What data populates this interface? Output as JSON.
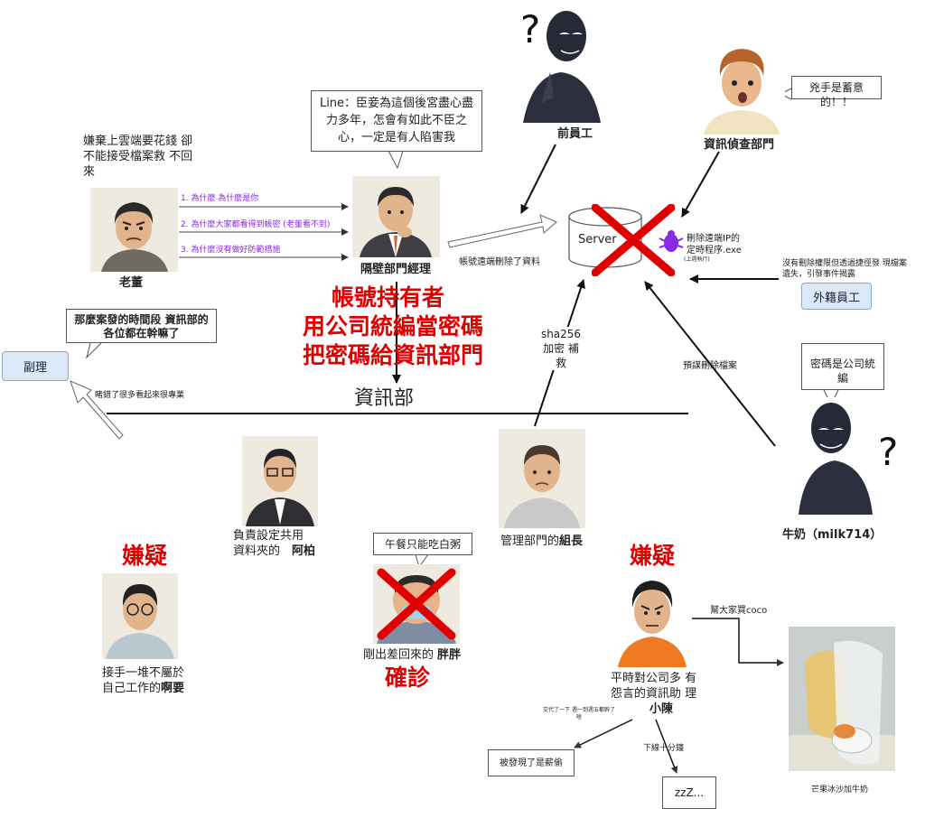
{
  "boss": {
    "complaint": "嫌棄上雲端要花錢 卻不能接受檔案救 不回來",
    "name": "老董",
    "questions": [
      "1. 為什麼 為什麼是你",
      "2. 為什麼大家都看得到帳密 (老董看不到)",
      "3. 為什麼沒有做好防範措施"
    ]
  },
  "neighbor_manager": {
    "line_msg": "Line：臣妾為這個後宮盡心盡力多年，怎會有如此不臣之心，一定是有人陷害我",
    "name": "隔壁部門經理",
    "arrow_label": "帳號遠端刪除了資料"
  },
  "big_red": [
    "帳號持有者",
    "用公司統編當密碼",
    "把密碼給資訊部門"
  ],
  "former_employee": {
    "name": "前員工",
    "question": "?"
  },
  "investigation": {
    "name": "資訊偵查部門",
    "quote": "兇手是蓄意的！！"
  },
  "server": {
    "label": "Server"
  },
  "malware": {
    "label": "刪除遠端IP的 定時程序.exe",
    "sub": "(上週執行)"
  },
  "foreign_worker": {
    "name": "外籍員工",
    "note": "沒有刪除權限但透過捷徑發 現檔案遺失，引發事件揭露"
  },
  "milk": {
    "quote": "密碼是公司統編",
    "name": "牛奶（milk714）",
    "arrow_label": "預謀刪除檔案",
    "question": "?"
  },
  "vice": {
    "name": "副理",
    "bubble": "那麼案發的時間段 資訊部的各位都在幹嘛了",
    "arrow_label": "睹錯了很多看起來很專業"
  },
  "it_dept": {
    "label": "資訊部"
  },
  "sha": {
    "label": "sha256 加密 補救"
  },
  "abo": {
    "desc": "負責設定共用 資料夾的",
    "name": "阿柏"
  },
  "group_leader": {
    "desc": "管理部門的",
    "name": "組長"
  },
  "ayao": {
    "tag": "嫌疑",
    "desc": "接手一堆不屬於 自己工作的",
    "name": "啊要"
  },
  "fatty": {
    "bubble": "午餐只能吃白粥",
    "desc": "剛出差回來的",
    "name": "胖胖",
    "tag": "確診"
  },
  "xiaochen": {
    "tag": "嫌疑",
    "desc": "平時對公司多 有怨言的資訊助 理",
    "name": "小陳",
    "coco_label": "幫大家買coco",
    "left_label": "交代了一下 週一到週五都幹了啥",
    "left_box": "被發現了是薪偷",
    "down_label": "下線十分鐘",
    "down_box": "zzZ..."
  },
  "drink": {
    "caption": "芒果冰沙加牛奶"
  }
}
